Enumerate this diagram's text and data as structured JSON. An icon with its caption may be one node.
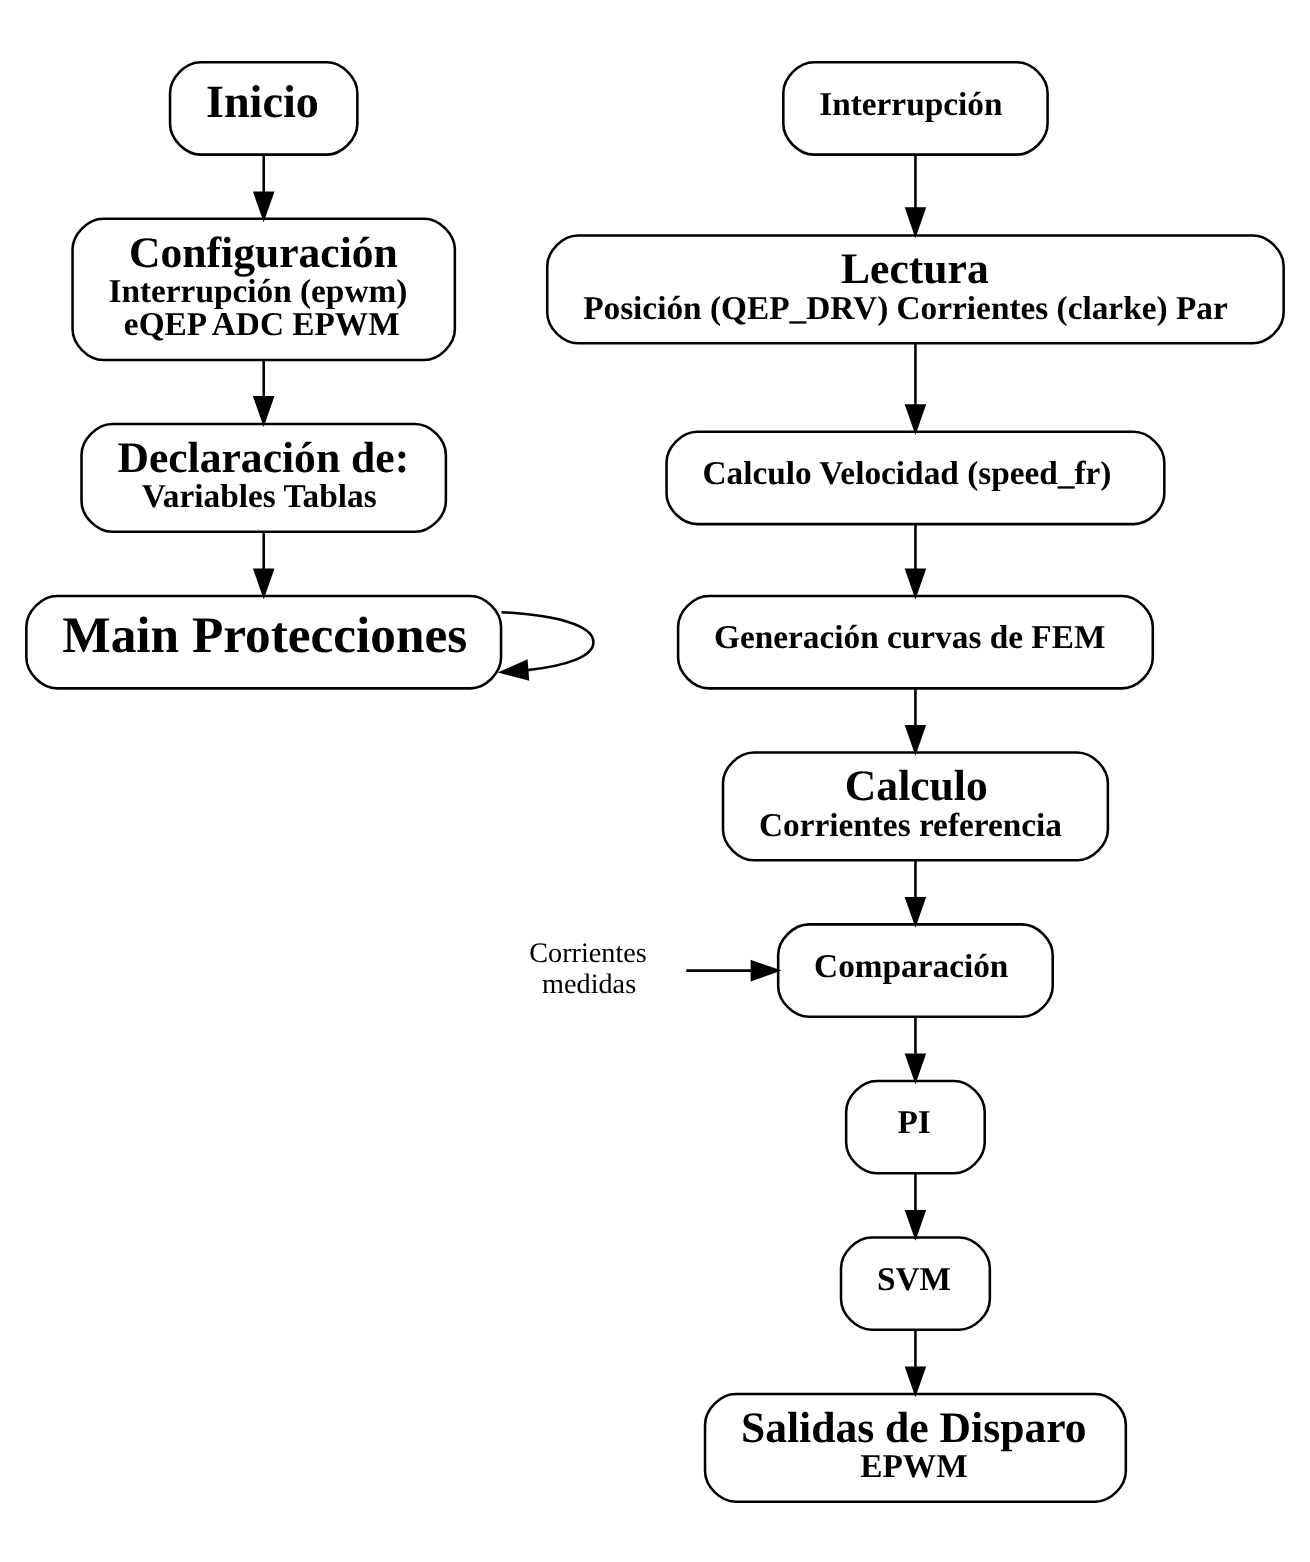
{
  "diagram": {
    "nodes": [
      {
        "text": [
          "Inicio"
        ]
      },
      {
        "text": [
          "Configuración",
          "Interrupción (epwm)",
          "eQEP ADC EPWM"
        ]
      },
      {
        "text": [
          "Declaración de:",
          "Variables Tablas"
        ]
      },
      {
        "text": [
          "Main Protecciones"
        ]
      },
      {
        "text": [
          "Interrupción"
        ]
      },
      {
        "text": [
          "Lectura",
          "Posición (QEP_DRV) Corrientes (clarke) Par"
        ]
      },
      {
        "text": [
          "Calculo Velocidad (speed_fr)"
        ]
      },
      {
        "text": [
          "Generación curvas de FEM"
        ]
      },
      {
        "text": [
          "Calculo",
          "Corrientes referencia"
        ]
      },
      {
        "text": [
          "Comparación"
        ]
      },
      {
        "text": [
          "Corrientes medidas"
        ]
      },
      {
        "text": [
          "PI"
        ]
      },
      {
        "text": [
          "SVM"
        ]
      },
      {
        "text": [
          "Salidas de Disparo",
          "EPWM"
        ]
      }
    ],
    "edges": [
      {
        "from": 0,
        "to": 1,
        "arrow": "to"
      },
      {
        "from": 1,
        "to": 2,
        "arrow": "to"
      },
      {
        "from": 2,
        "to": 3,
        "arrow": "to"
      },
      {
        "from": 3,
        "to": 3,
        "arrow": "to"
      },
      {
        "from": 4,
        "to": 5,
        "arrow": "to"
      },
      {
        "from": 5,
        "to": 6,
        "arrow": "to"
      },
      {
        "from": 6,
        "to": 7,
        "arrow": "to"
      },
      {
        "from": 7,
        "to": 8,
        "arrow": "to"
      },
      {
        "from": 8,
        "to": 9,
        "arrow": "to"
      },
      {
        "from": 10,
        "to": 9,
        "arrow": "to"
      },
      {
        "from": 9,
        "to": 11,
        "arrow": "to"
      },
      {
        "from": 11,
        "to": 12,
        "arrow": "to"
      },
      {
        "from": 12,
        "to": 13,
        "arrow": "to"
      }
    ]
  }
}
